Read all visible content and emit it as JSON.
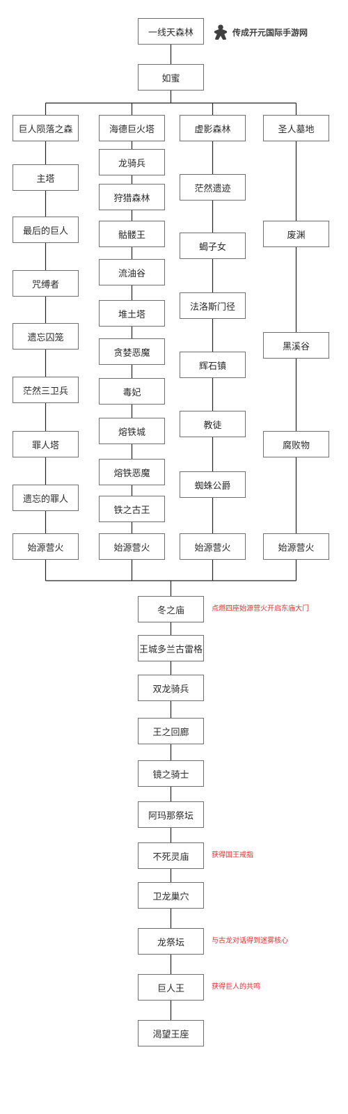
{
  "chart_data": {
    "type": "diagram",
    "top_chain": [
      "一线天森林",
      "如蜜"
    ],
    "branches": [
      {
        "title": "巨人陨落之森",
        "steps": [
          "主塔",
          "最后的巨人",
          "咒缚者",
          "遗忘囚笼",
          "茫然三卫兵",
          "罪人塔",
          "遗忘的罪人",
          "始源营火"
        ]
      },
      {
        "title": "海德巨火塔",
        "steps": [
          "龙骑兵",
          "狩猎森林",
          "骷髅王",
          "流油谷",
          "堆土塔",
          "贪婪恶魔",
          "毒妃",
          "熔铁城",
          "熔铁恶魔",
          "铁之古王",
          "始源营火"
        ]
      },
      {
        "title": "虚影森林",
        "steps": [
          "茫然遗迹",
          "蝎子女",
          "法洛斯门径",
          "辉石镇",
          "教徒",
          "蜘蛛公爵",
          "始源营火"
        ]
      },
      {
        "title": "圣人墓地",
        "steps": [
          "废渊",
          "黑溪谷",
          "腐败物",
          "始源营火"
        ]
      }
    ],
    "bottom_chain": [
      "冬之庙",
      "王城多兰古雷格",
      "双龙骑兵",
      "王之回廊",
      "镜之骑士",
      "阿玛那祭坛",
      "不死灵庙",
      "卫龙巢穴",
      "龙祭坛",
      "巨人王",
      "渴望王座"
    ],
    "annotations": [
      {
        "node": "冬之庙",
        "text": "点燃四座始源营火开启东庙大门"
      },
      {
        "node": "不死灵庙",
        "text": "获得国王戒指"
      },
      {
        "node": "龙祭坛",
        "text": "与古龙对话得到迷雾核心"
      },
      {
        "node": "巨人王",
        "text": "获得巨人的共鸣"
      }
    ]
  },
  "watermark": {
    "text": "传成开元国际手游网",
    "icon": "meeple-icon",
    "color": "#3f3f3f"
  },
  "colors": {
    "border": "#6e6e6e",
    "line": "#222222",
    "note": "#e03030",
    "text": "#2a2a2a"
  }
}
